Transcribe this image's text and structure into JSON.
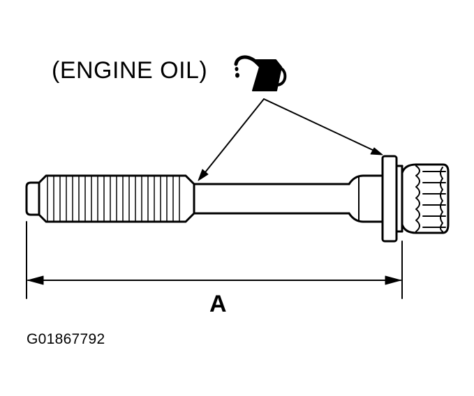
{
  "oil_label": "(ENGINE OIL)",
  "dimension_label": "A",
  "figure_id": "G01867792",
  "icons": {
    "oil_can": "oil-can-icon"
  },
  "colors": {
    "ink": "#000000",
    "background": "#ffffff"
  }
}
